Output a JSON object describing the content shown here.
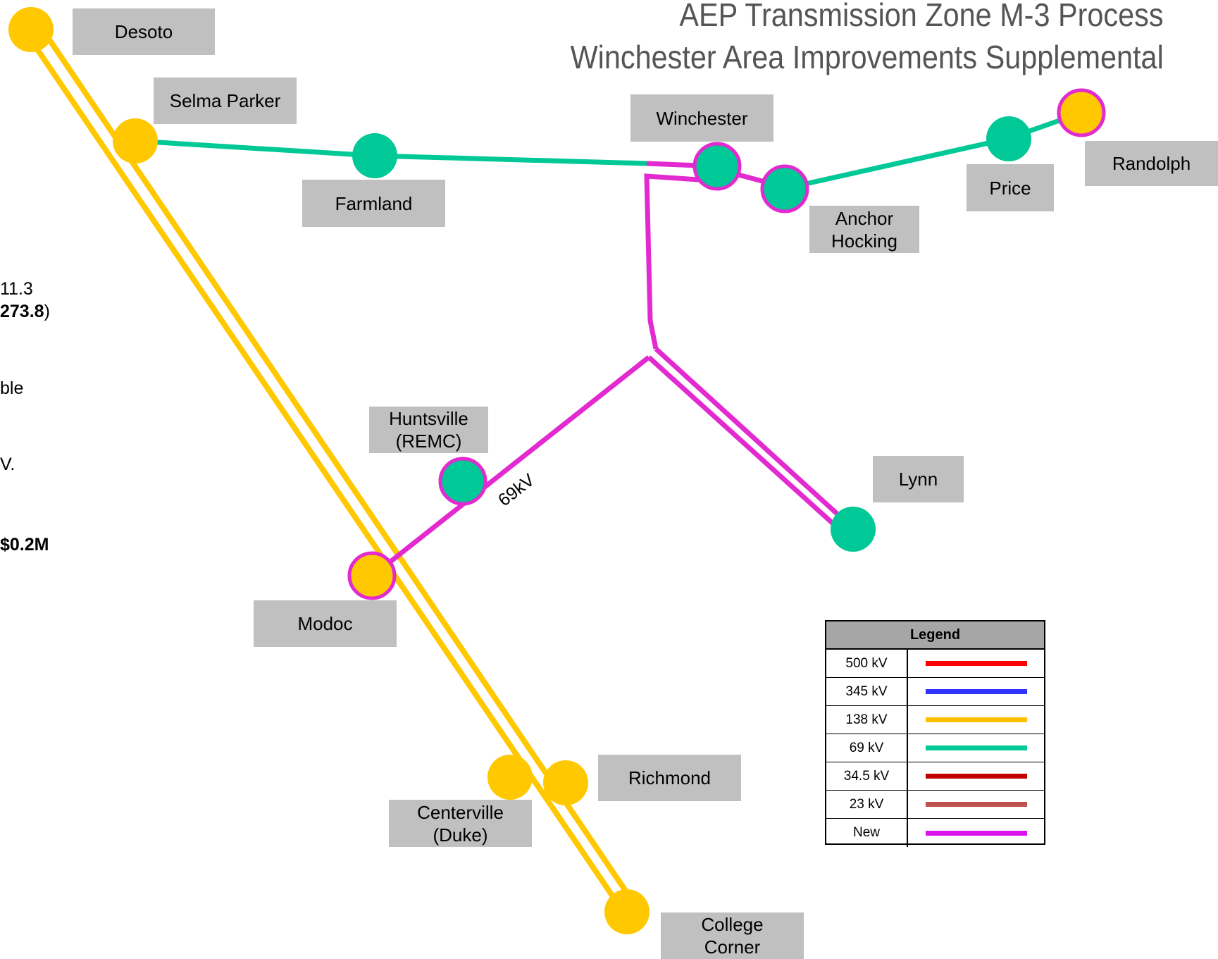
{
  "title": {
    "line1": "AEP Transmission Zone M-3 Process",
    "line2": "Winchester Area Improvements Supplemental"
  },
  "colors": {
    "kv138": "#ffc800",
    "kv69": "#00c896",
    "new": "#e22ad0"
  },
  "stations": {
    "desoto": "Desoto",
    "selma_parker": "Selma Parker",
    "farmland": "Farmland",
    "winchester": "Winchester",
    "anchor_hocking": "Anchor\nHocking",
    "price": "Price",
    "randolph": "Randolph",
    "huntsville": "Huntsville\n(REMC)",
    "lynn": "Lynn",
    "modoc": "Modoc",
    "richmond": "Richmond",
    "centerville": "Centerville\n(Duke)",
    "college_corner": "College\nCorner"
  },
  "line_label": "69kV",
  "side_text": {
    "t1": "11.3",
    "t2_bold": "273.8",
    "t2_tail": ")",
    "t3": "ble",
    "t4": "V.",
    "t5": "$0.2M"
  },
  "legend": {
    "title": "Legend",
    "rows": [
      {
        "label": "500 kV",
        "color": "#ff0000"
      },
      {
        "label": "345 kV",
        "color": "#3333ff"
      },
      {
        "label": "138 kV",
        "color": "#ffc000"
      },
      {
        "label": "69 kV",
        "color": "#00c896"
      },
      {
        "label": "34.5 kV",
        "color": "#c00000"
      },
      {
        "label": "23 kV",
        "color": "#c0504d"
      },
      {
        "label": "New",
        "color": "#dd11ee"
      }
    ]
  }
}
